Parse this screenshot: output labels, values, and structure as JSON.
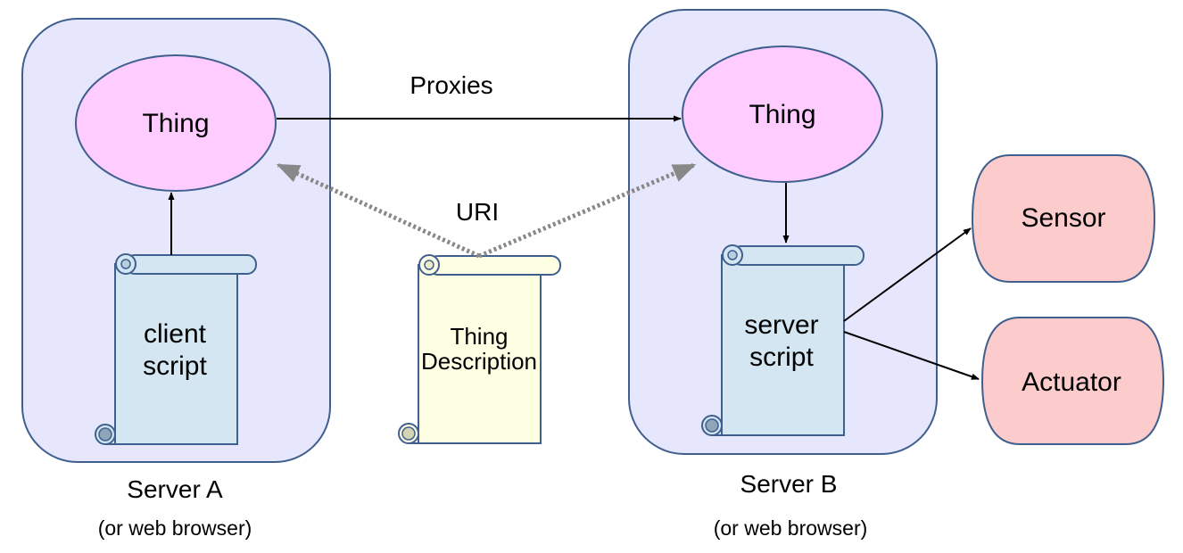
{
  "server_a": {
    "title": "Server A",
    "subtitle": "(or web browser)"
  },
  "server_b": {
    "title": "Server B",
    "subtitle": "(or web browser)"
  },
  "thing_a": {
    "label": "Thing"
  },
  "thing_b": {
    "label": "Thing"
  },
  "client_script": {
    "line1": "client",
    "line2": "script"
  },
  "server_script": {
    "line1": "server",
    "line2": "script"
  },
  "thing_description": {
    "line1": "Thing",
    "line2": "Description"
  },
  "proxies_label": "Proxies",
  "uri_label": "URI",
  "sensor": {
    "label": "Sensor"
  },
  "actuator": {
    "label": "Actuator"
  },
  "colors": {
    "server_fill": "#e6e6fc",
    "server_stroke": "#3f5f8f",
    "thing_fill": "#ffccff",
    "script_fill": "#d3e6f2",
    "description_fill": "#fefee3",
    "device_fill": "#fccccc",
    "uri_arrow": "#888888"
  }
}
